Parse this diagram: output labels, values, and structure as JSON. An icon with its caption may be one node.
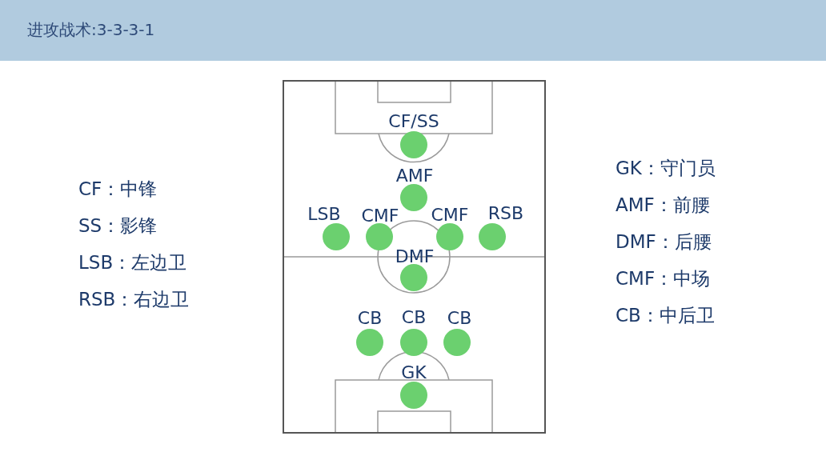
{
  "diagram": {
    "title": "进攻战术:3-3-3-1",
    "nodes": [
      {
        "text": [
          "CF/SS"
        ]
      },
      {
        "text": [
          "AMF"
        ]
      },
      {
        "text": [
          "LSB"
        ]
      },
      {
        "text": [
          "CMF"
        ]
      },
      {
        "text": [
          "CMF"
        ]
      },
      {
        "text": [
          "RSB"
        ]
      },
      {
        "text": [
          "DMF"
        ]
      },
      {
        "text": [
          "CB"
        ]
      },
      {
        "text": [
          "CB"
        ]
      },
      {
        "text": [
          "CB"
        ]
      },
      {
        "text": [
          "GK"
        ]
      }
    ],
    "edges": [],
    "labels": [
      "CF：中锋",
      "SS：影锋",
      "LSB：左边卫",
      "RSB：右边卫",
      "GK：守门员",
      "AMF：前腰",
      "DMF：后腰",
      "CMF：中场",
      "CB：中后卫"
    ]
  }
}
